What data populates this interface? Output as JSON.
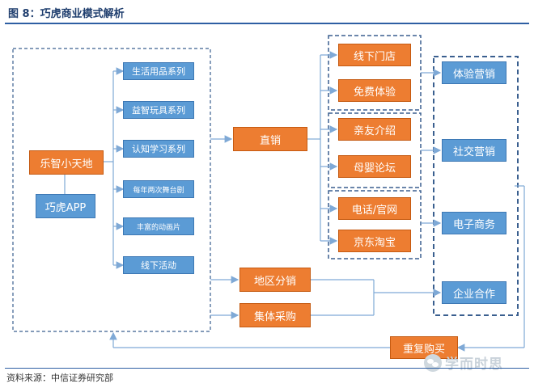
{
  "figure": {
    "title": "图 8：巧虎商业模式解析",
    "source": "资料来源：中信证券研究部"
  },
  "nodes": {
    "lezhi": "乐智小天地",
    "qiaohu_app": "巧虎APP",
    "products": [
      "生活用品系列",
      "益智玩具系列",
      "认知学习系列",
      "每年两次舞台剧",
      "丰富的动画片",
      "线下活动"
    ],
    "direct_sales": "直销",
    "regional_sales": "地区分销",
    "group_purchase": "集体采购",
    "direct_channels": [
      "线下门店",
      "免费体验",
      "亲友介绍",
      "母婴论坛",
      "电话/官网",
      "京东淘宝"
    ],
    "marketing": [
      "体验营销",
      "社交营销",
      "电子商务",
      "企业合作"
    ],
    "repeat_purchase": "重复购买"
  },
  "watermark": {
    "text": "学而时思",
    "icon": "wechat-icon"
  },
  "colors": {
    "blue_box": "#5b9bd5",
    "orange_box": "#ed7d31",
    "line": "#7fa9d6",
    "dashed_border": "#3a5f8f",
    "title_text": "#1f3e6e"
  }
}
